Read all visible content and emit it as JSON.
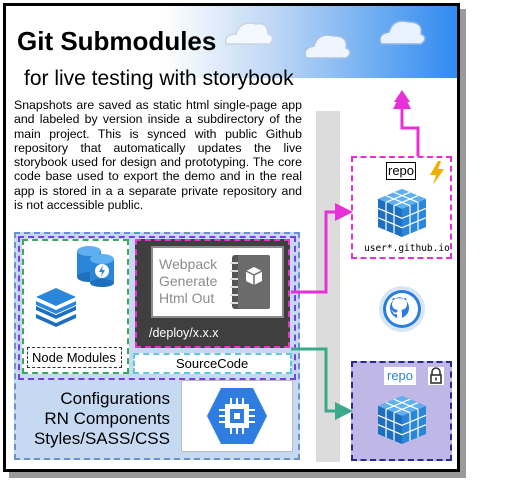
{
  "title": "Git Submodules",
  "subtitle": "for live testing with storybook",
  "description": "Snapshots are saved as static html single-page app and labeled by version inside a subdirectory of the main project. This is synced with public Github repository that automatically updates the live storybook used for design and prototyping. The core code base used to export the demo and in the real app is stored in a a separate private repository and is not accessible public.",
  "node_modules_label": "Node Modules",
  "webpack_lines": [
    "Webpack",
    "Generate",
    "Html Out"
  ],
  "deploy_path": "/deploy/x.x.x",
  "sourcecode_label": "SourceCode",
  "config_lines": [
    "Configurations",
    "RN Components",
    "Styles/SASS/CSS"
  ],
  "public_repo": {
    "label": "repo",
    "url": "user*.github.io"
  },
  "private_repo": {
    "label": "repo"
  },
  "colors": {
    "magenta": "#e830d8",
    "teal": "#3aaa8a",
    "panel_blue": "#c5d9f3",
    "dark_panel": "#3f3f3f",
    "cube_blue": "#2a86d8",
    "lock_panel": "#bfb8e6"
  },
  "icons": [
    "cloud-icon",
    "database-icon",
    "layers-icon",
    "book-icon",
    "chip-icon",
    "lightning-icon",
    "github-icon",
    "lock-icon",
    "cube-grid-icon",
    "arrow-up-icon"
  ]
}
